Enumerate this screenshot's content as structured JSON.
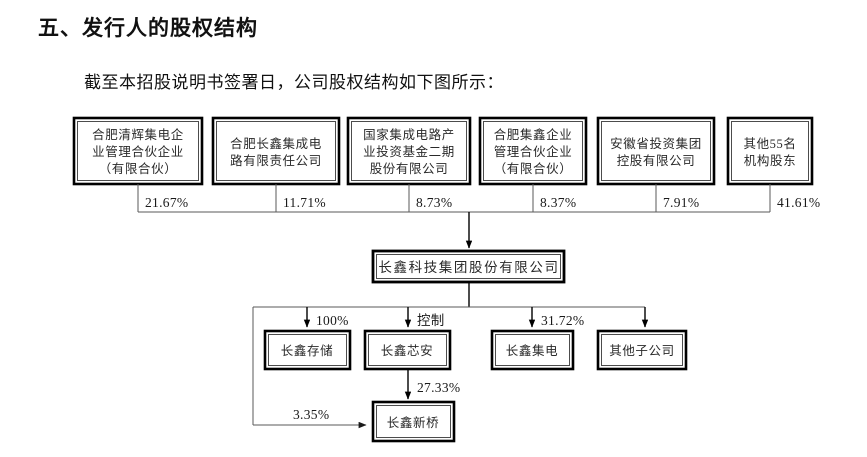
{
  "document": {
    "heading": "五、发行人的股权结构",
    "intro": "截至本招股说明书签署日，公司股权结构如下图所示："
  },
  "chart_data": {
    "type": "diagram",
    "title": "公司股权结构图",
    "diagram_kind": "org-chart-ownership",
    "issuer": {
      "name": "长鑫科技集团股份有限公司"
    },
    "shareholders": [
      {
        "name": "合肥清辉集电企业管理合伙企业（有限合伙）",
        "line1": "合肥清辉集电企",
        "line2": "业管理合伙企业",
        "line3": "（有限合伙）",
        "percent": "21.67%"
      },
      {
        "name": "合肥长鑫集成电路有限责任公司",
        "line1": "合肥长鑫集成电",
        "line2": "路有限责任公司",
        "line3": "",
        "percent": "11.71%"
      },
      {
        "name": "国家集成电路产业投资基金二期股份有限公司",
        "line1": "国家集成电路产",
        "line2": "业投资基金二期",
        "line3": "股份有限公司",
        "percent": "8.73%"
      },
      {
        "name": "合肥集鑫企业管理合伙企业（有限合伙）",
        "line1": "合肥集鑫企业",
        "line2": "管理合伙企业",
        "line3": "（有限合伙）",
        "percent": "8.37%"
      },
      {
        "name": "安徽省投资集团控股有限公司",
        "line1": "安徽省投资集团",
        "line2": "控股有限公司",
        "line3": "",
        "percent": "7.91%"
      },
      {
        "name": "其他55名机构股东",
        "line1": "其他55名",
        "line2": "机构股东",
        "line3": "",
        "percent": "41.61%"
      }
    ],
    "subsidiaries": [
      {
        "name": "长鑫存储",
        "relation": "100%"
      },
      {
        "name": "长鑫芯安",
        "relation": "控制"
      },
      {
        "name": "长鑫集电",
        "relation": "31.72%"
      },
      {
        "name": "其他子公司",
        "relation": ""
      }
    ],
    "second_level": {
      "name": "长鑫新桥",
      "inbound": [
        {
          "from": "长鑫芯安",
          "percent": "27.33%"
        },
        {
          "from": "长鑫存储",
          "percent": "3.35%"
        }
      ]
    },
    "colors": {
      "box_stroke": "#000000",
      "box_fill": "#ffffff",
      "connector": "#5a5a5a",
      "text": "#2a2a2a"
    }
  }
}
